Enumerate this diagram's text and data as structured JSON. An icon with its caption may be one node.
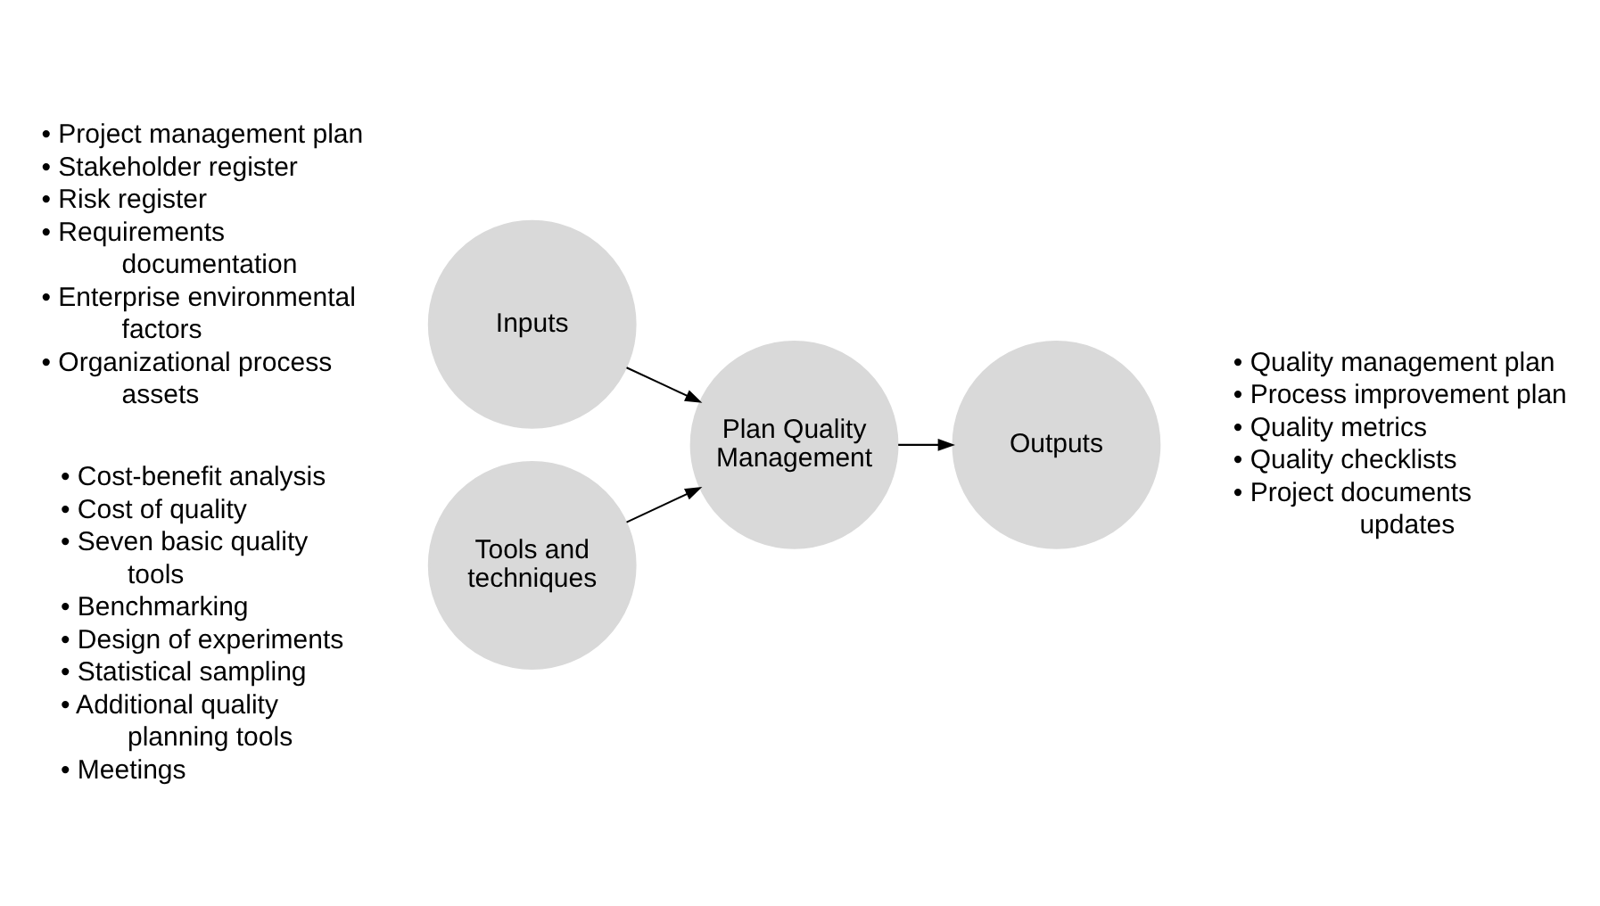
{
  "diagram": {
    "nodes": [
      {
        "text": [
          "Inputs"
        ],
        "beside": [
          "• Project management plan",
          "• Stakeholder register",
          "• Risk register",
          "• Requirements documentation",
          "• Enterprise environmental factors",
          "• Organizational process assets"
        ]
      },
      {
        "text": [
          "Plan Quality Management"
        ]
      },
      {
        "text": [
          "Outputs"
        ],
        "beside": [
          "• Quality management plan",
          "• Process improvement plan",
          "• Quality metrics",
          "• Quality checklists",
          "• Project documents updates"
        ]
      },
      {
        "text": [
          "Tools and techniques"
        ],
        "beside": [
          "• Cost-benefit analysis",
          "• Cost of quality",
          "• Seven basic quality tools",
          "• Benchmarking",
          "• Design of experiments",
          "• Statistical sampling",
          "• Additional quality planning tools",
          "• Meetings"
        ]
      }
    ],
    "edges": [
      {
        "from": 0,
        "to": 1,
        "arrow": "to"
      },
      {
        "from": 3,
        "to": 1,
        "arrow": "to"
      },
      {
        "from": 1,
        "to": 2,
        "arrow": "to"
      }
    ]
  }
}
